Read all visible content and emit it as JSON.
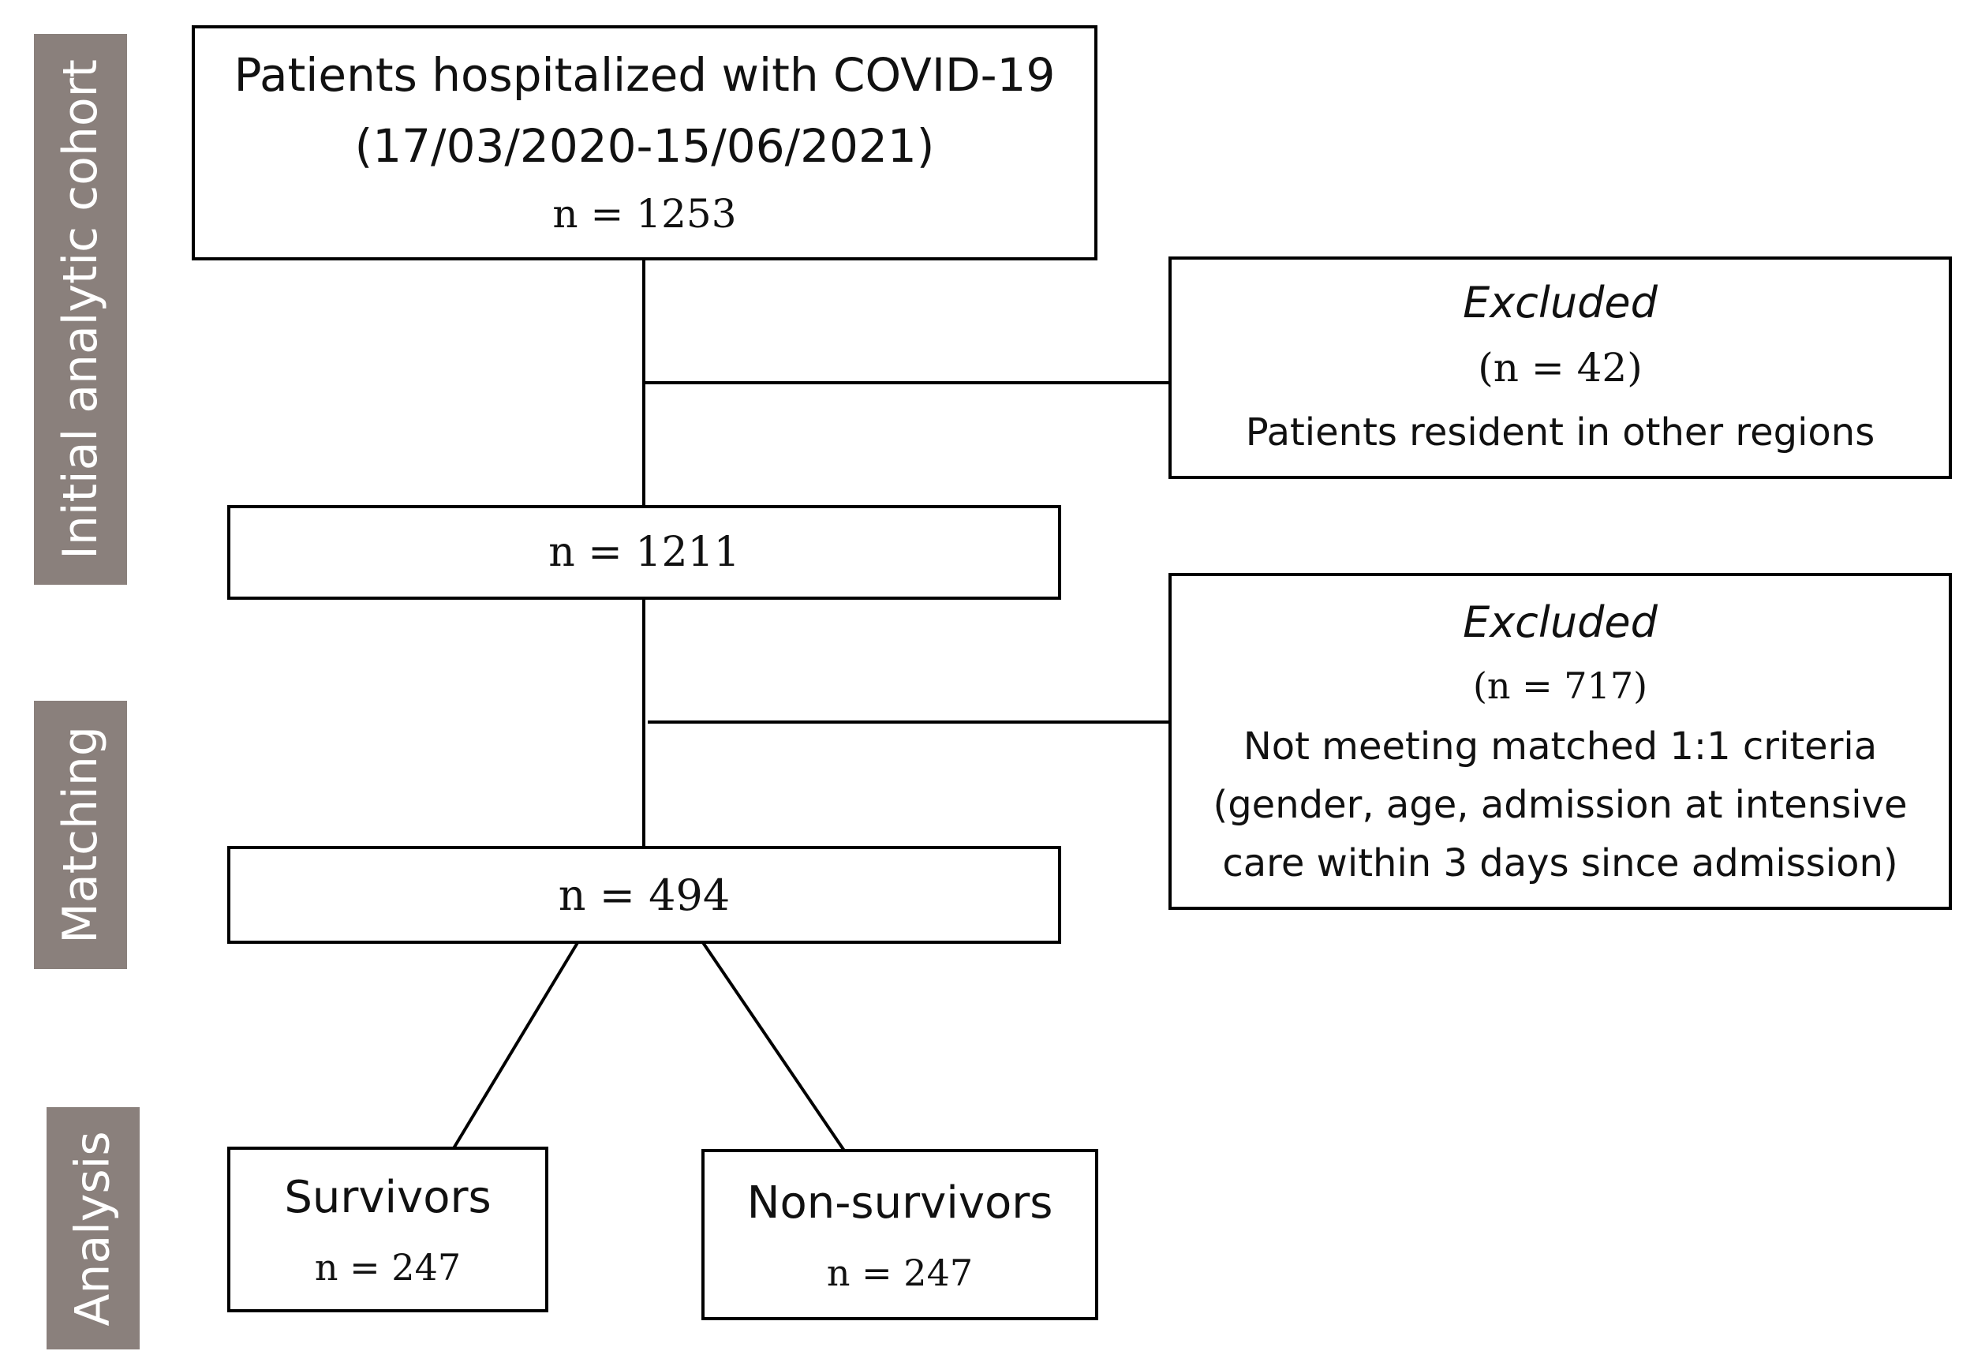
{
  "stages": {
    "initial": "Initial analytic cohort",
    "matching": "Matching",
    "analysis": "Analysis"
  },
  "boxes": {
    "cohort": {
      "title_line1": "Patients hospitalized with COVID-19",
      "title_line2": "(17/03/2020-15/06/2021)",
      "count": "n = 1253"
    },
    "excluded_1": {
      "heading": "Excluded",
      "count": "(n = 42)",
      "reason": "Patients resident in other regions"
    },
    "after_exclusion": {
      "count": "n = 1211"
    },
    "excluded_2": {
      "heading": "Excluded",
      "count": "(n = 717)",
      "reason_line1": "Not meeting matched 1:1 criteria",
      "reason_line2": "(gender, age, admission at intensive",
      "reason_line3": "care within 3 days since admission)"
    },
    "matched": {
      "count": "n = 494"
    },
    "survivors": {
      "label": "Survivors",
      "count": "n = 247"
    },
    "non_survivors": {
      "label": "Non-survivors",
      "count": "n = 247"
    }
  },
  "colors": {
    "stage_label_bg": "#8a807c",
    "stage_label_text": "#ffffff",
    "box_border": "#000000"
  }
}
